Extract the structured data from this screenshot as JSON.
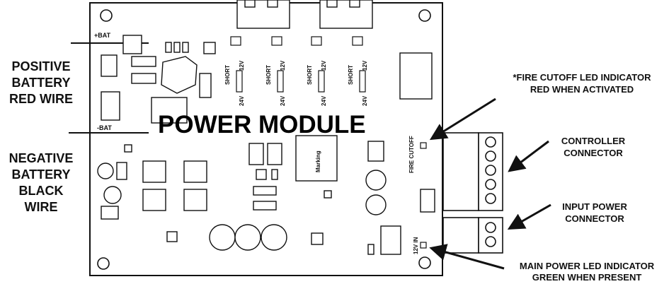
{
  "diagram": {
    "title": "POWER MODULE",
    "left_labels": {
      "positive": [
        "POSITIVE",
        "BATTERY",
        "RED WIRE"
      ],
      "negative": [
        "NEGATIVE",
        "BATTERY",
        "BLACK",
        "WIRE"
      ]
    },
    "right_labels": {
      "fire_cutoff": [
        "*FIRE CUTOFF LED INDICATOR",
        "RED WHEN ACTIVATED"
      ],
      "controller": [
        "CONTROLLER",
        "CONNECTOR"
      ],
      "input_power": [
        "INPUT POWER",
        "CONNECTOR"
      ],
      "main_power": [
        "MAIN POWER LED INDICATOR",
        "GREEN WHEN PRESENT"
      ]
    },
    "board_text": {
      "pos_bat": "+BAT",
      "neg_bat": "-BAT",
      "short": "SHORT",
      "v12": "12V",
      "v24": "24V",
      "fire_cutoff": "FIRE CUTOFF",
      "v12_in": "12V IN",
      "marking": "Marking"
    }
  }
}
